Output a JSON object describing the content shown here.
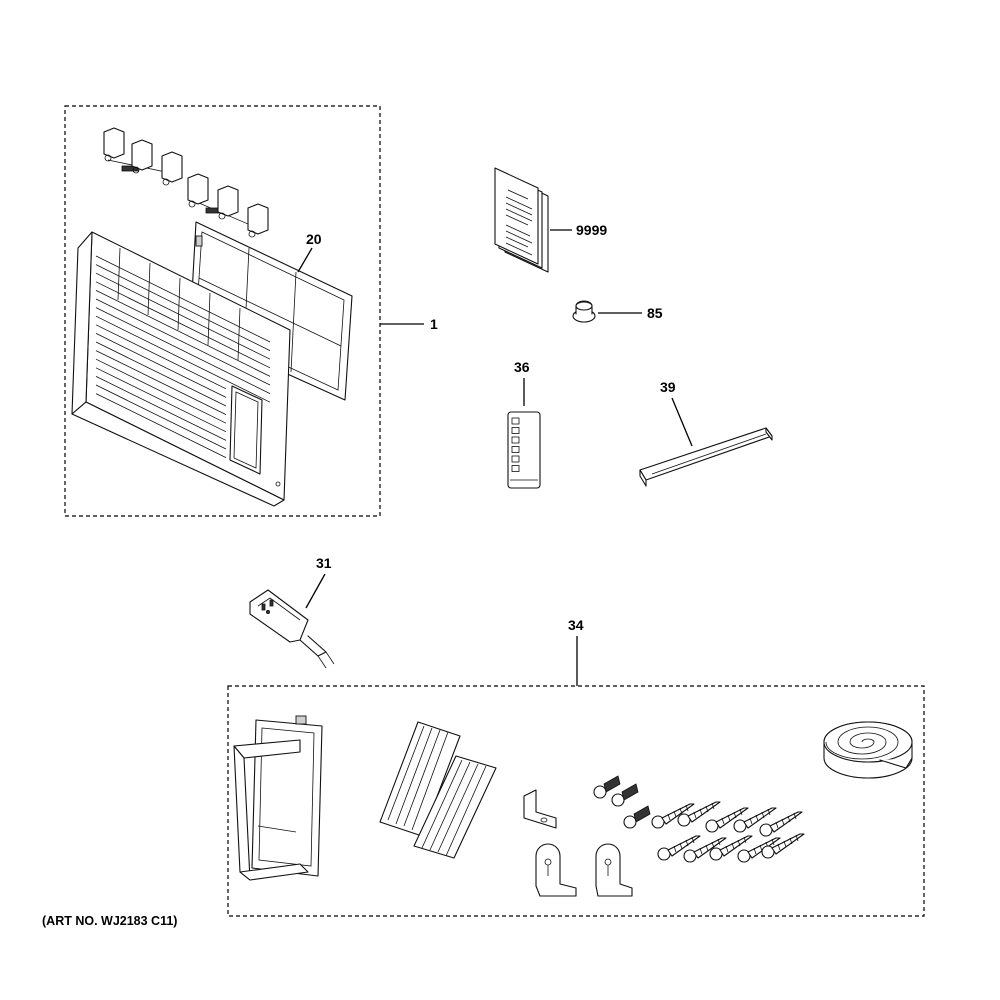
{
  "callouts": {
    "c1": "1",
    "c20": "20",
    "c9999": "9999",
    "c85": "85",
    "c36": "36",
    "c39": "39",
    "c31": "31",
    "c34": "34"
  },
  "art_number": "(ART NO. WJ2183 C11)"
}
